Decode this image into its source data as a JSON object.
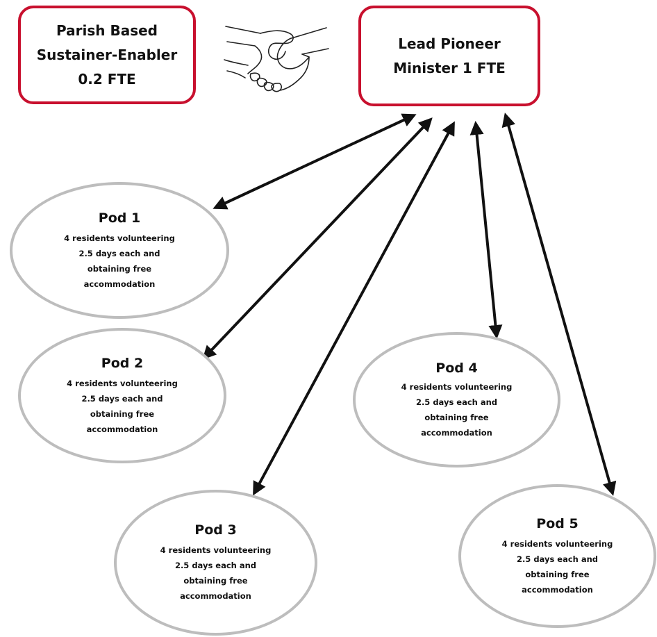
{
  "roles": {
    "sustainer": {
      "line1": "Parish Based",
      "line2": "Sustainer-Enabler",
      "line3": "0.2 FTE"
    },
    "pioneer": {
      "line1": "Lead Pioneer",
      "line2": "Minister 1 FTE"
    }
  },
  "handshake_icon": "handshake-icon",
  "colors": {
    "role_border": "#c8102e",
    "pod_border": "#bdbdbd",
    "arrow": "#111111"
  },
  "pods": [
    {
      "title": "Pod 1",
      "line1": "4 residents volunteering",
      "line2": "2.5 days each and",
      "line3": "obtaining free",
      "line4": "accommodation"
    },
    {
      "title": "Pod 2",
      "line1": "4 residents volunteering",
      "line2": "2.5 days each and",
      "line3": "obtaining free",
      "line4": "accommodation"
    },
    {
      "title": "Pod 3",
      "line1": "4 residents volunteering",
      "line2": "2.5 days each and",
      "line3": "obtaining free",
      "line4": "accommodation"
    },
    {
      "title": "Pod 4",
      "line1": "4 residents volunteering",
      "line2": "2.5 days each and",
      "line3": "obtaining free",
      "line4": "accommodation"
    },
    {
      "title": "Pod 5",
      "line1": "4 residents volunteering",
      "line2": "2.5 days each and",
      "line3": "obtaining free",
      "line4": "accommodation"
    }
  ]
}
